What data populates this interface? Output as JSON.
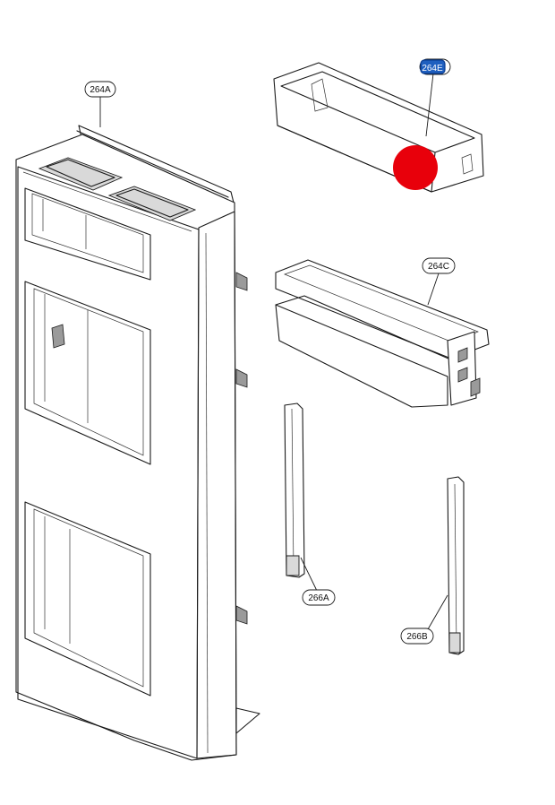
{
  "callouts": {
    "c264A": "264A",
    "c264E": "264E",
    "c264C": "264C",
    "c266A": "266A",
    "c266B": "266B"
  },
  "colors": {
    "line": "#1a1a1a",
    "highlight_box": "#1f5fbf",
    "marker_dot": "#e8000b"
  }
}
